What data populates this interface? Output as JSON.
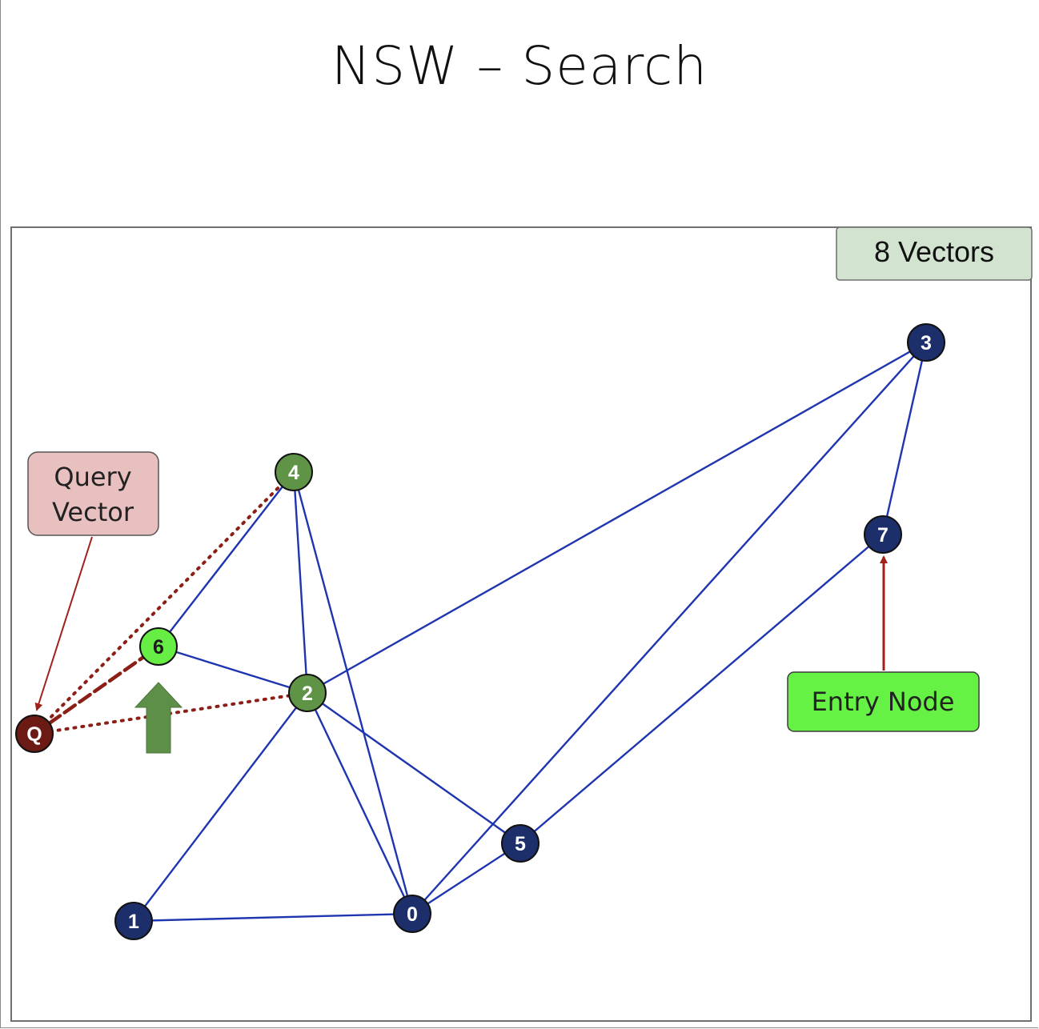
{
  "title": "NSW – Search",
  "vector_count_label": "8 Vectors",
  "query_callout": {
    "line1": "Query",
    "line2": "Vector"
  },
  "entry_callout": "Entry Node",
  "colors": {
    "edge": "#1f35b0",
    "node_default": "#1d2f6b",
    "node_visited": "#5f9447",
    "node_current": "#66ee44",
    "query_node": "#6b1a14",
    "distance_line": "#8b1f16",
    "arrow_red": "#a0201a",
    "up_arrow": "#5e8f48",
    "query_box": "#e9c0c0",
    "entry_box": "#66f244",
    "count_box": "#d2e4cf"
  },
  "nodes": [
    {
      "id": "0",
      "label": "0",
      "state": "default"
    },
    {
      "id": "1",
      "label": "1",
      "state": "default"
    },
    {
      "id": "2",
      "label": "2",
      "state": "visited"
    },
    {
      "id": "3",
      "label": "3",
      "state": "default"
    },
    {
      "id": "4",
      "label": "4",
      "state": "visited"
    },
    {
      "id": "5",
      "label": "5",
      "state": "default"
    },
    {
      "id": "6",
      "label": "6",
      "state": "current"
    },
    {
      "id": "7",
      "label": "7",
      "state": "default"
    },
    {
      "id": "Q",
      "label": "Q",
      "state": "query"
    }
  ],
  "edges": [
    [
      "1",
      "0"
    ],
    [
      "1",
      "2"
    ],
    [
      "0",
      "2"
    ],
    [
      "0",
      "4"
    ],
    [
      "0",
      "5"
    ],
    [
      "0",
      "3"
    ],
    [
      "2",
      "4"
    ],
    [
      "2",
      "6"
    ],
    [
      "2",
      "3"
    ],
    [
      "2",
      "5"
    ],
    [
      "4",
      "6"
    ],
    [
      "5",
      "7"
    ],
    [
      "3",
      "7"
    ]
  ],
  "distance_links": [
    {
      "from": "Q",
      "to": "4",
      "style": "dotted"
    },
    {
      "from": "Q",
      "to": "2",
      "style": "dotted"
    },
    {
      "from": "Q",
      "to": "6",
      "style": "dashed"
    }
  ]
}
